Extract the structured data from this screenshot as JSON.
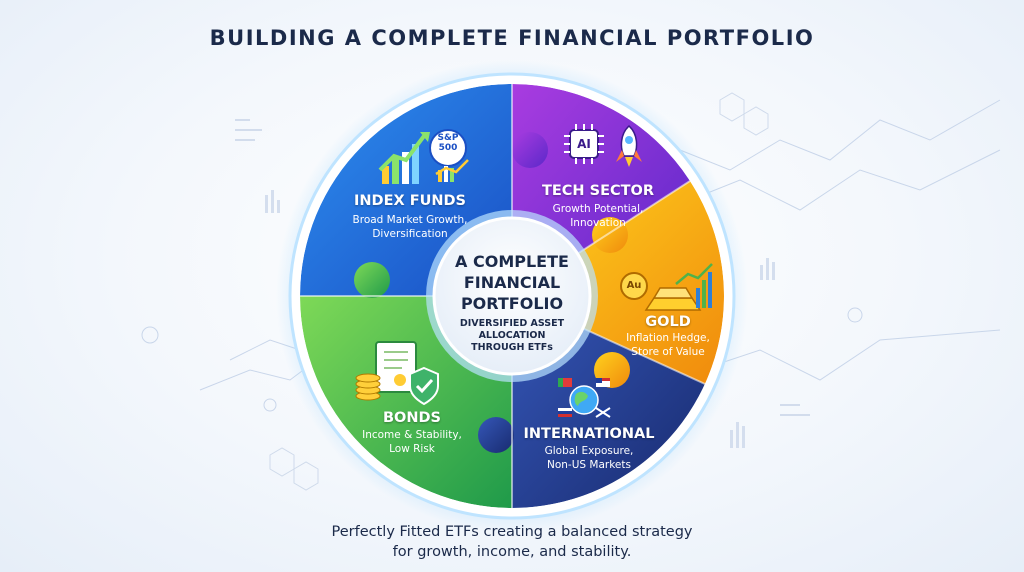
{
  "title": "BUILDING A COMPLETE FINANCIAL PORTFOLIO",
  "center": {
    "title": "A COMPLETE\nFINANCIAL\nPORTFOLIO",
    "subtitle": "DIVERSIFIED ASSET\nALLOCATION\nTHROUGH ETFs"
  },
  "segments": {
    "index_funds": {
      "title": "INDEX FUNDS",
      "desc": "Broad Market Growth,\nDiversification",
      "icon_label": "S&P\n500",
      "color": "#1f5fd6"
    },
    "tech_sector": {
      "title": "TECH SECTOR",
      "desc": "Growth Potential,\nInnovation",
      "icon_label": "AI",
      "color": "#7a2fd4"
    },
    "gold": {
      "title": "GOLD",
      "desc": "Inflation Hedge,\nStore of Value",
      "icon_label": "Au",
      "color": "#f3a514"
    },
    "international": {
      "title": "INTERNATIONAL",
      "desc": "Global Exposure,\nNon-US Markets",
      "color": "#243c8f"
    },
    "bonds": {
      "title": "BONDS",
      "desc": "Income & Stability,\nLow Risk",
      "color": "#3bb24a"
    }
  },
  "caption": "Perfectly Fitted ETFs creating a balanced strategy\nfor growth, income, and stability."
}
